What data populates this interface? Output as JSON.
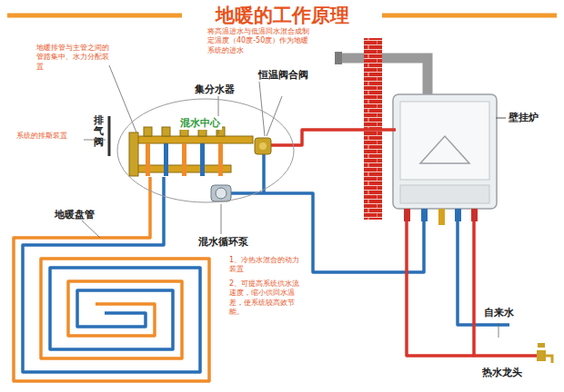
{
  "diagram": {
    "title": "地暖的工作原理",
    "nodes": [
      {
        "text": [
          "混水中心"
        ]
      }
    ],
    "labels": [
      "地暖排管与主管之间的管路集中、水力分配装置",
      "集分水器",
      "恒温阀合阀",
      "将高温进水与低温回水混合成制定温度（40度-50度）作为地暖系统的进水",
      "排气阀",
      "系统的排斯装置",
      "壁挂炉",
      "地暖盘管",
      "混水循环泵",
      "1、冷热水混合的动力装置",
      "2、可提高系统供水流速度，缩小供回水温差，使系统较高效节能。",
      "自来水",
      "热水龙头"
    ]
  }
}
